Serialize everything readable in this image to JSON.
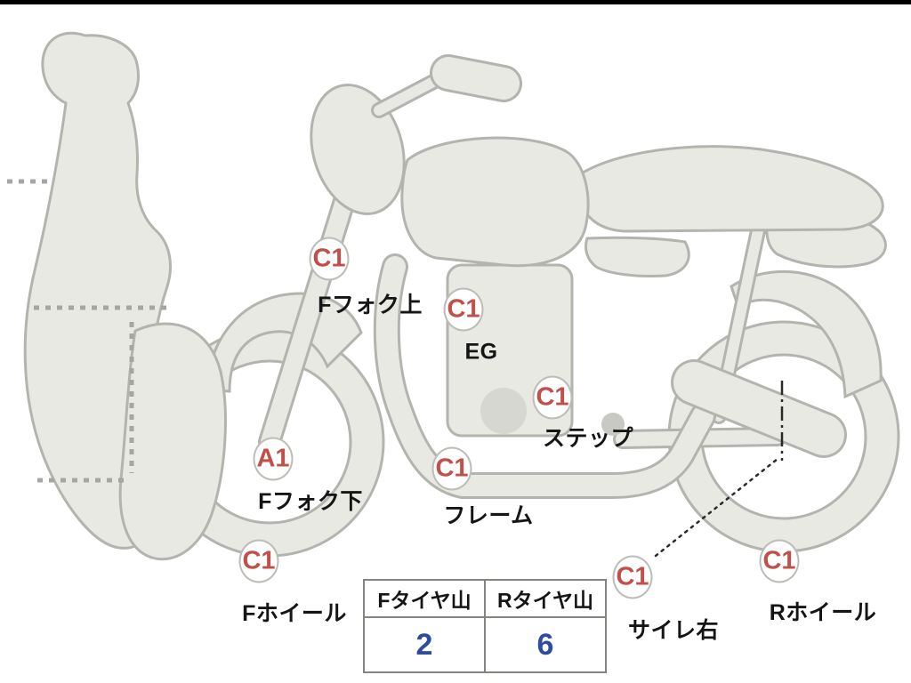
{
  "labels": [
    {
      "code": "C1",
      "name": "Fフォク上"
    },
    {
      "code": "C1",
      "name": "EG"
    },
    {
      "code": "C1",
      "name": "ステップ"
    },
    {
      "code": "A1",
      "name": "Fフォク下"
    },
    {
      "code": "C1",
      "name": "フレーム"
    },
    {
      "code": "C1",
      "name": "Fホイール"
    },
    {
      "code": "C1",
      "name": "サイレ右"
    },
    {
      "code": "C1",
      "name": "Rホイール"
    }
  ],
  "tire_table": {
    "headers": [
      "Fタイヤ山",
      "Rタイヤ山"
    ],
    "values": [
      "2",
      "6"
    ]
  },
  "colors": {
    "badge_text": "#c0504a",
    "badge_border": "#bdbdb7",
    "body_fill": "#e9e9e4",
    "body_stroke": "#b4b4ae",
    "tread_value_blue": "#2e4d9e"
  }
}
